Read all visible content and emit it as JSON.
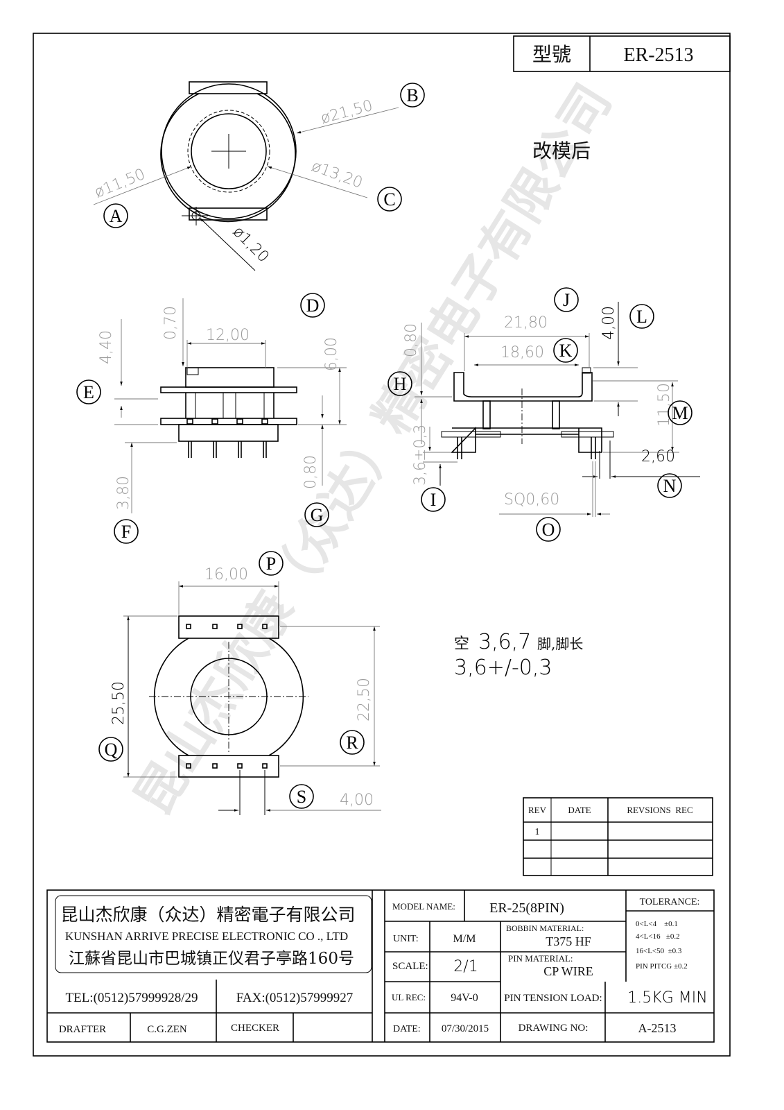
{
  "header": {
    "type_label": "型號",
    "part_no": "ER-2513"
  },
  "note_remold": "改模后",
  "watermark": "昆山杰欣康（众达）精密电子有限公司",
  "callouts": [
    "A",
    "B",
    "C",
    "D",
    "E",
    "F",
    "G",
    "H",
    "I",
    "J",
    "K",
    "L",
    "M",
    "N",
    "O",
    "P",
    "Q",
    "R",
    "S"
  ],
  "dimensions": {
    "top_outer": "ø21,50",
    "top_inner": "ø11,50",
    "top_dashed": "ø13,20",
    "pin_hole": "ø1,20",
    "flange_h": "4,40",
    "slot": "0,70",
    "width12": "12,00",
    "height6": "6,00",
    "pin_len": "3,80",
    "flange_t": "0,80",
    "side_w": "21,80",
    "side_inner": "18,60",
    "side_top": "0,80",
    "side_pin": "4,00",
    "side_h": "11,50",
    "pin_len_tol": "3,6±0,3",
    "pin_pitch": "2,60",
    "pin_sq": "SQ0,60",
    "bottom_w": "16,00",
    "bottom_h": "25,50",
    "bottom_inner_h": "22,50",
    "bottom_pitch": "4,00"
  },
  "pin_note": {
    "line1_prefix": "空",
    "line1_value": "3,6,7",
    "line1_suffix": "脚,脚长",
    "line2": "3,6+/-0,3"
  },
  "revision_table": {
    "headers": [
      "REV",
      "DATE",
      "REVSIONS  REC"
    ],
    "rows": [
      [
        "1",
        "",
        ""
      ],
      [
        "",
        "",
        ""
      ],
      [
        "",
        "",
        ""
      ]
    ]
  },
  "title_block": {
    "company_cn": "昆山杰欣康（众达）精密電子有限公司",
    "company_en": "KUNSHAN ARRIVE PRECISE ELECTRONIC CO ., LTD",
    "address": "江蘇省昆山市巴城镇正仪君子亭路160号",
    "tel": "TEL:(0512)57999928/29",
    "fax": "FAX:(0512)57999927",
    "drafter_label": "DRAFTER",
    "drafter": "C.G.ZEN",
    "checker_label": "CHECKER",
    "checker": "",
    "model_name_label": "MODEL NAME:",
    "model_name": "ER-25(8PIN)",
    "unit_label": "UNIT:",
    "unit": "M/M",
    "scale_label": "SCALE:",
    "scale": "2/1",
    "ul_label": "UL REC:",
    "ul": "94V-0",
    "date_label": "DATE:",
    "date": "07/30/2015",
    "bobbin_label": "BOBBIN MATERIAL:",
    "bobbin": "T375 HF",
    "pin_mat_label": "PIN MATERIAL:",
    "pin_mat": "CP WIRE",
    "tension_label": "PIN TENSION LOAD:",
    "tension": "1.5KG MIN",
    "drawing_no_label": "DRAWING NO:",
    "drawing_no": "A-2513",
    "tolerance_label": "TOLERANCE:",
    "tolerances": [
      "0<L<4    ±0.1",
      "4<L<16   ±0.2",
      "16<L<50  ±0.3",
      "PIN PITCG ±0.2"
    ]
  }
}
